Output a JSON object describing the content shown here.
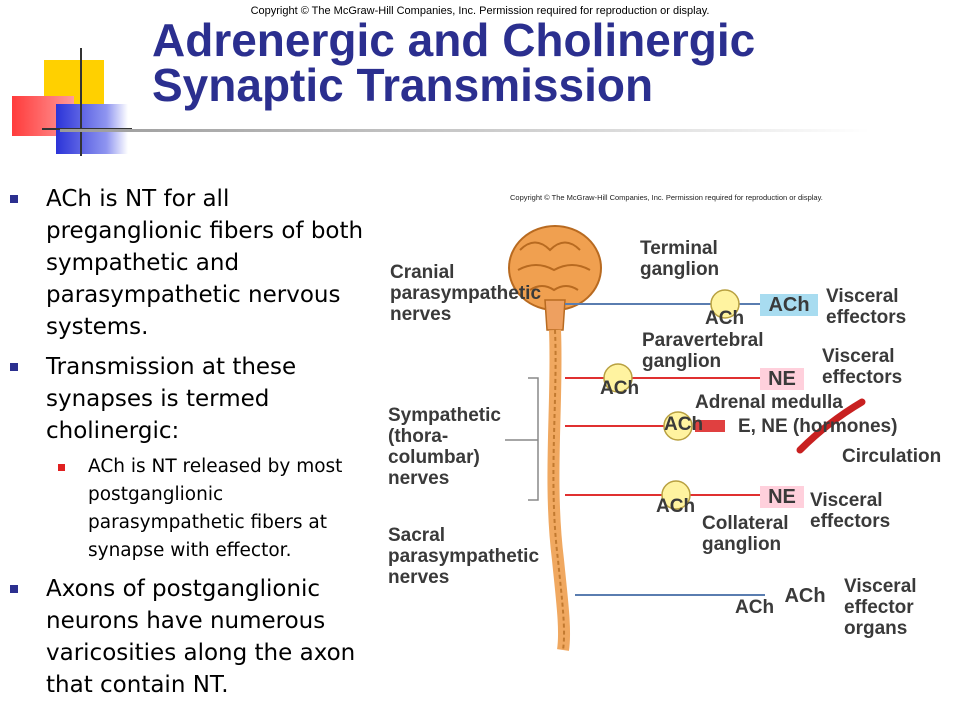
{
  "copyright_top": "Copyright © The McGraw-Hill Companies, Inc. Permission required for reproduction or display.",
  "title_line1": "Adrenergic and Cholinergic",
  "title_line2": "Synaptic Transmission",
  "bullets": [
    {
      "text": "ACh is NT for all preganglionic fibers of both sympathetic and parasympathetic nervous systems."
    },
    {
      "text": "Transmission at these synapses is termed cholinergic:"
    },
    {
      "text": "Axons of postganglionic neurons have numerous varicosities along the axon that contain NT."
    }
  ],
  "sub_bullet": "ACh is NT released by most postganglionic parasympathetic fibers at synapse with effector.",
  "figure": {
    "copyright": "Copyright © The McGraw-Hill Companies, Inc. Permission required for reproduction or display.",
    "left_labels": {
      "cranial_1": "Cranial",
      "cranial_2": "parasympathetic",
      "cranial_3": "nerves",
      "symp_1": "Sympathetic",
      "symp_2": "(thora-",
      "symp_3": "columbar)",
      "symp_4": "nerves",
      "sacral_1": "Sacral",
      "sacral_2": "parasympathetic",
      "sacral_3": "nerves"
    },
    "right_labels": {
      "terminal_1": "Terminal",
      "terminal_2": "ganglion",
      "ach_1": "ACh",
      "box_ach_1": "ACh",
      "visceral_1a": "Visceral",
      "visceral_1b": "effectors",
      "paraver_1": "Paravertebral",
      "paraver_2": "ganglion",
      "ach_2": "ACh",
      "box_ne_1": "NE",
      "visceral_2a": "Visceral",
      "visceral_2b": "effectors",
      "adrenal": "Adrenal medulla",
      "ach_3": "ACh",
      "hormones": "E, NE (hormones)",
      "circulation": "Circulation",
      "ach_4": "ACh",
      "box_ne_2": "NE",
      "visceral_3a": "Visceral",
      "visceral_3b": "effectors",
      "collateral_1": "Collateral",
      "collateral_2": "ganglion",
      "ach_5": "ACh",
      "box_ach_2": "ACh",
      "visceral_4a": "Visceral",
      "visceral_4b": "effector",
      "visceral_4c": "organs"
    }
  }
}
